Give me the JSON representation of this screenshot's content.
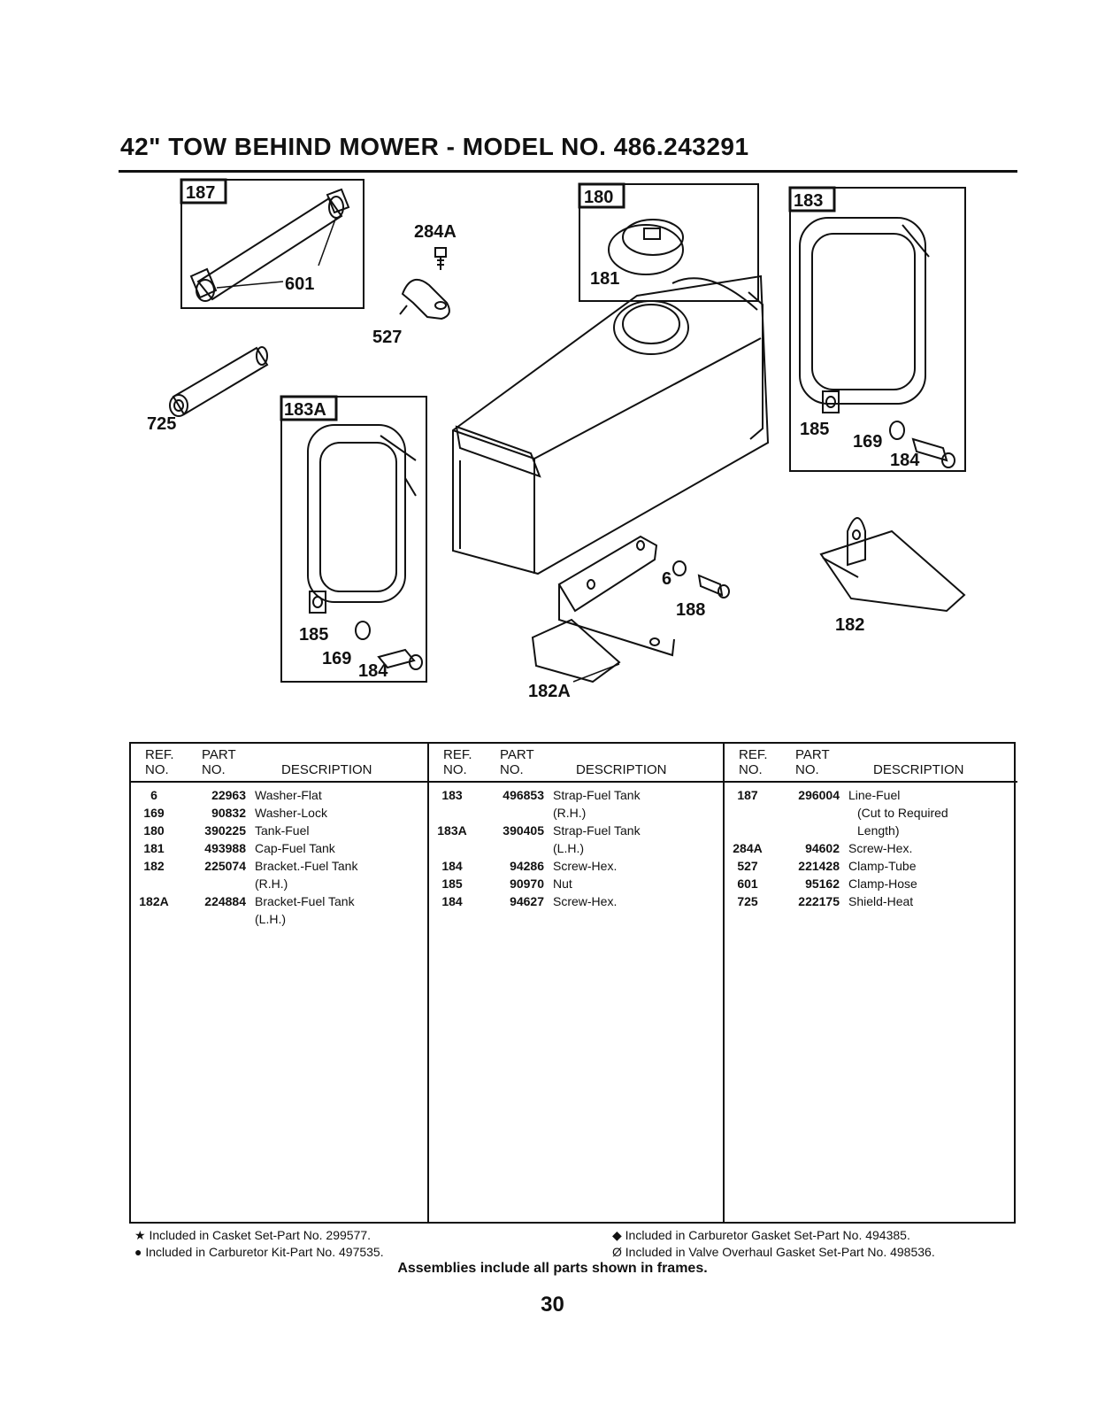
{
  "title": "42\" TOW BEHIND MOWER - MODEL NO. 486.243291",
  "diagram": {
    "frames": [
      "187",
      "180",
      "183",
      "183A"
    ],
    "callouts": [
      "601",
      "284A",
      "527",
      "181",
      "725",
      "185",
      "169",
      "184",
      "6",
      "188",
      "182",
      "182A"
    ]
  },
  "table_header": {
    "ref": [
      "REF.",
      "NO."
    ],
    "part": [
      "PART",
      "NO."
    ],
    "desc": "DESCRIPTION"
  },
  "parts_columns": [
    [
      {
        "ref": "6",
        "part": "22963",
        "desc": "Washer-Flat"
      },
      {
        "ref": "169",
        "part": "90832",
        "desc": "Washer-Lock"
      },
      {
        "ref": "180",
        "part": "390225",
        "desc": "Tank-Fuel"
      },
      {
        "ref": "181",
        "part": "493988",
        "desc": "Cap-Fuel Tank"
      },
      {
        "ref": "182",
        "part": "225074",
        "desc": "Bracket.-Fuel Tank"
      },
      {
        "ref": "",
        "part": "",
        "desc": "(R.H.)"
      },
      {
        "ref": "182A",
        "part": "224884",
        "desc": "Bracket-Fuel Tank"
      },
      {
        "ref": "",
        "part": "",
        "desc": "(L.H.)"
      }
    ],
    [
      {
        "ref": "183",
        "part": "496853",
        "desc": "Strap-Fuel Tank"
      },
      {
        "ref": "",
        "part": "",
        "desc": "(R.H.)"
      },
      {
        "ref": "183A",
        "part": "390405",
        "desc": "Strap-Fuel Tank"
      },
      {
        "ref": "",
        "part": "",
        "desc": "(L.H.)"
      },
      {
        "ref": "184",
        "part": "94286",
        "desc": "Screw-Hex."
      },
      {
        "ref": "185",
        "part": "90970",
        "desc": "Nut"
      },
      {
        "ref": "184",
        "part": "94627",
        "desc": "Screw-Hex."
      }
    ],
    [
      {
        "ref": "187",
        "part": "296004",
        "desc": "Line-Fuel"
      },
      {
        "ref": "",
        "part": "",
        "desc": "(Cut to Required"
      },
      {
        "ref": "",
        "part": "",
        "desc": "Length)"
      },
      {
        "ref": "284A",
        "part": "94602",
        "desc": "Screw-Hex."
      },
      {
        "ref": "527",
        "part": "221428",
        "desc": "Clamp-Tube"
      },
      {
        "ref": "601",
        "part": "95162",
        "desc": "Clamp-Hose"
      },
      {
        "ref": "725",
        "part": "222175",
        "desc": "Shield-Heat"
      }
    ]
  ],
  "notes": {
    "left": [
      "★ Included in Casket Set-Part No. 299577.",
      "● Included in Carburetor Kit-Part No. 497535."
    ],
    "right": [
      "◆ Included in Carburetor Gasket Set-Part No. 494385.",
      "Ø Included in Valve Overhaul Gasket Set-Part No. 498536."
    ]
  },
  "assemblies_note": "Assemblies include all parts shown in frames.",
  "page_number": "30"
}
